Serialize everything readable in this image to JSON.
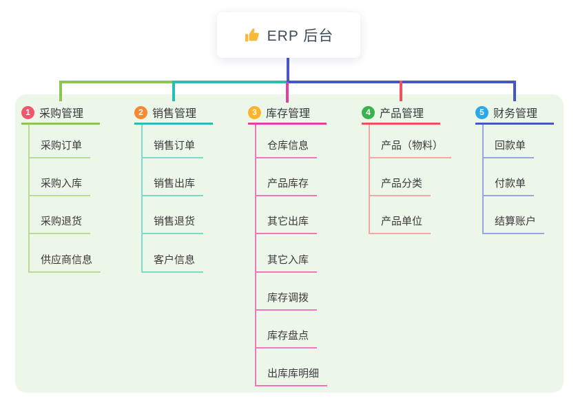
{
  "root": {
    "title": "ERP 后台",
    "icon": "thumbs-up-icon",
    "icon_color": "#f6b93b",
    "stem_color": "#4a58c6"
  },
  "panel": {
    "background": "#ecf7e9"
  },
  "branches": [
    {
      "index": "1",
      "label": "采购管理",
      "badge_color": "#f2566a",
      "line_color": "#8cc557",
      "child_line_color": "#b8dc92",
      "children": [
        "采购订单",
        "采购入库",
        "采购退货",
        "供应商信息"
      ]
    },
    {
      "index": "2",
      "label": "销售管理",
      "badge_color": "#f9882f",
      "line_color": "#28bfb2",
      "child_line_color": "#7cd8ca",
      "children": [
        "销售订单",
        "销售出库",
        "销售退货",
        "客户信息"
      ]
    },
    {
      "index": "3",
      "label": "库存管理",
      "badge_color": "#ffb32b",
      "line_color": "#e0419e",
      "child_line_color": "#ef76ba",
      "children": [
        "仓库信息",
        "产品库存",
        "其它出库",
        "其它入库",
        "库存调拨",
        "库存盘点",
        "出库库明细"
      ]
    },
    {
      "index": "4",
      "label": "产品管理",
      "badge_color": "#38b34e",
      "line_color": "#f05058",
      "child_line_color": "#f9a6a2",
      "children": [
        "产品（物料）",
        "产品分类",
        "产品单位"
      ]
    },
    {
      "index": "5",
      "label": "财务管理",
      "badge_color": "#2ba8e8",
      "line_color": "#4458c5",
      "child_line_color": "#93a5e4",
      "children": [
        "回款单",
        "付款单",
        "结算账户"
      ]
    }
  ]
}
